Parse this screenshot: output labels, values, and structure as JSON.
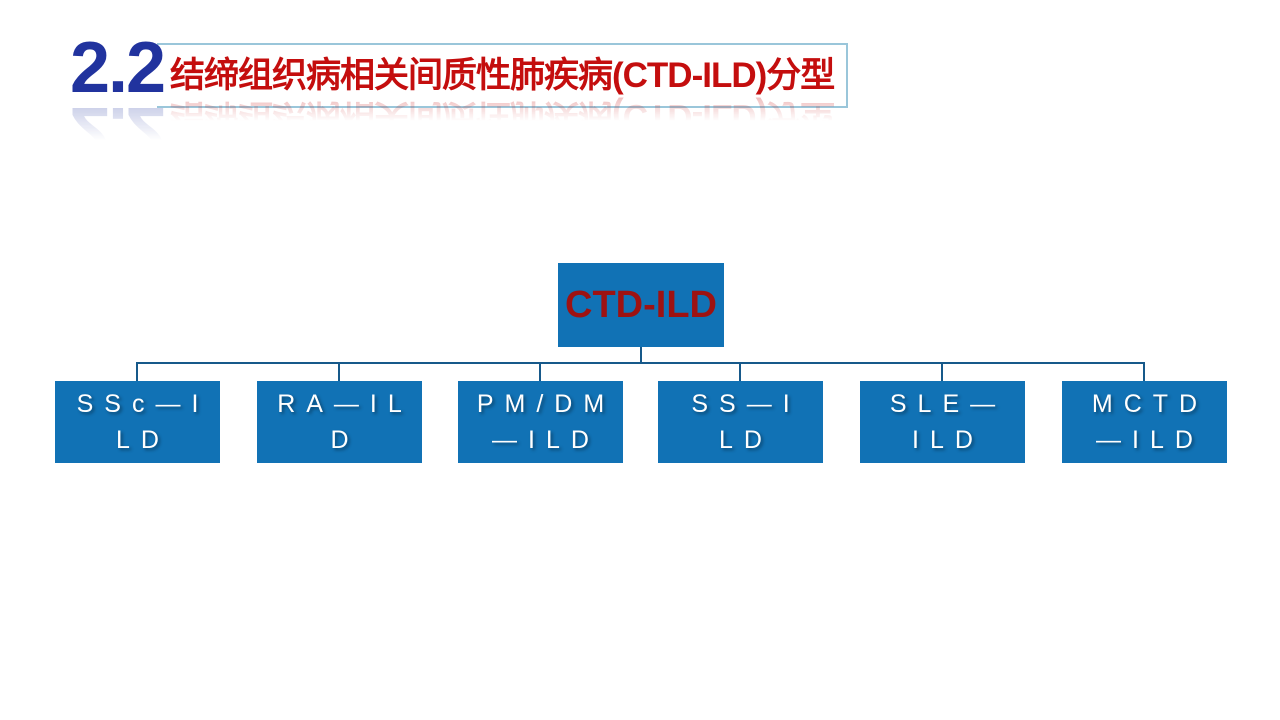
{
  "title": {
    "section_number": "2.2",
    "text": "结缔组织病相关间质性肺疾病(CTD-ILD)分型"
  },
  "org_chart": {
    "root_label": "CTD-ILD",
    "children": [
      {
        "line1": "SSc—I",
        "line2": "LD"
      },
      {
        "line1": "RA—IL",
        "line2": "D"
      },
      {
        "line1": "PM/DM",
        "line2": "—ILD"
      },
      {
        "line1": "SS—I",
        "line2": "LD"
      },
      {
        "line1": "SLE—",
        "line2": "ILD"
      },
      {
        "line1": "MCTD",
        "line2": "—ILD"
      }
    ]
  },
  "colors": {
    "box_blue": "#1172B5",
    "connector_blue": "#17598A",
    "root_label_red": "#9E1212",
    "section_number_blue": "#21339E",
    "title_red": "#C40E0E",
    "title_border_blue": "#9AC6DA"
  }
}
